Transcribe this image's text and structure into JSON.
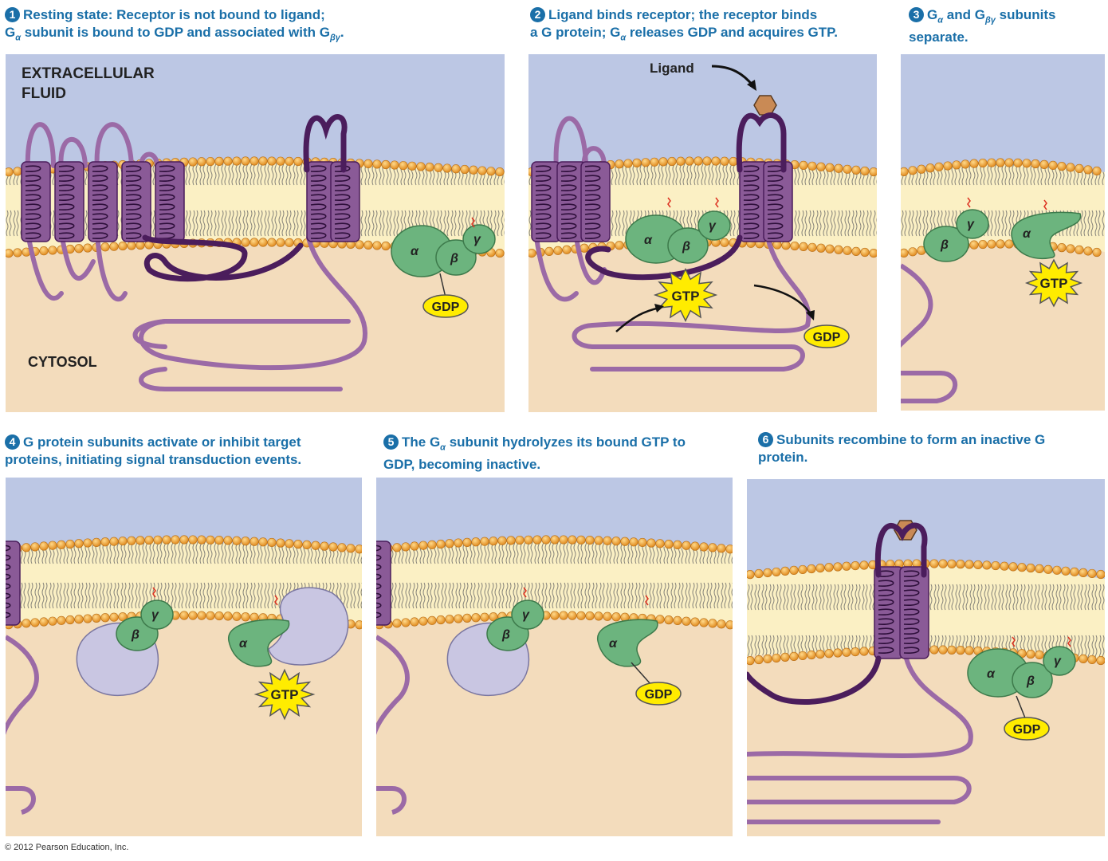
{
  "captions": {
    "s1": {
      "num": "1",
      "lead": "Resting state:",
      "line1_rest": " Receptor is not bound to ligand;",
      "line2_a": "G",
      "line2_sub1": "α",
      "line2_b": " subunit is bound to GDP and associated with G",
      "line2_sub2": "βγ",
      "line2_c": "."
    },
    "s2": {
      "num": "2",
      "line1": "Ligand binds receptor; the receptor binds",
      "line2_a": "a G protein; G",
      "line2_sub": "α",
      "line2_b": " releases GDP and acquires GTP."
    },
    "s3": {
      "num": "3",
      "line1_a": "G",
      "line1_sub1": "α",
      "line1_b": " and G",
      "line1_sub2": "βγ",
      "line1_c": " subunits",
      "line2": "separate."
    },
    "s4": {
      "num": "4",
      "line1": "G protein subunits activate or inhibit target",
      "line2": "proteins, initiating signal transduction events."
    },
    "s5": {
      "num": "5",
      "line1_a": "The G",
      "line1_sub": "α",
      "line1_b": " subunit hydrolyzes its bound GTP to",
      "line2": "GDP, becoming inactive."
    },
    "s6": {
      "num": "6",
      "line1": "Subunits recombine to form an inactive G",
      "line2": "protein."
    }
  },
  "labels": {
    "extracellular_1": "EXTRACELLULAR",
    "extracellular_2": "FLUID",
    "cytosol": "CYTOSOL",
    "ligand": "Ligand",
    "gdp": "GDP",
    "gtp": "GTP",
    "alpha": "α",
    "beta": "β",
    "gamma": "γ"
  },
  "copyright": "© 2012 Pearson Education, Inc.",
  "colors": {
    "extracellular": "#bcc7e4",
    "cytosol": "#f3dcbc",
    "membrane_core": "#fbf0c4",
    "lipid_head": "#f3a53a",
    "receptor_light": "#9b6aa6",
    "receptor_dark": "#4b1d5c",
    "g_protein": "#6cb47e",
    "target_protein": "#c9c6e2",
    "gdp_badge": "#ffec00",
    "caption_blue": "#1a6fa8",
    "ligand": "#c98a55"
  }
}
